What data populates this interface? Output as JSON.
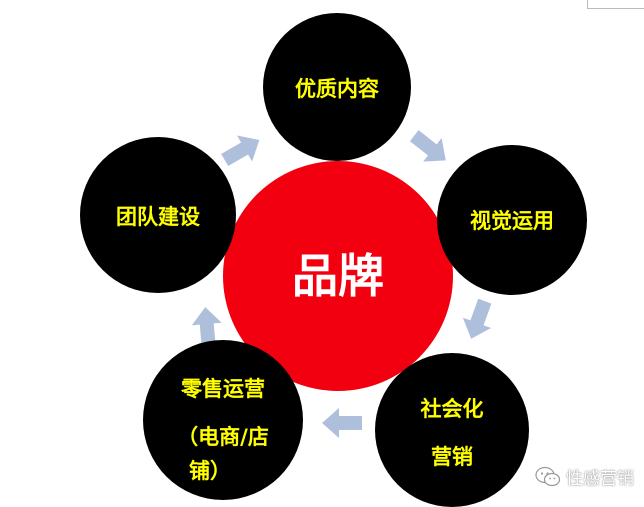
{
  "diagram": {
    "center": "品牌",
    "nodes": {
      "top": [
        "优质内容"
      ],
      "right": [
        "视觉运用"
      ],
      "bottom_right": [
        "社会化",
        "营销"
      ],
      "bottom_left": [
        "零售运营",
        "（电商/店",
        "铺）"
      ],
      "left": [
        "团队建设"
      ]
    }
  },
  "colors": {
    "center_fill": "#f2000f",
    "node_fill": "#000000",
    "node_text": "#ffff00",
    "center_text": "#ffffff",
    "arrow_fill": "#aebfdc"
  },
  "watermark": {
    "icon": "wechat-icon",
    "text": "性感营销"
  }
}
